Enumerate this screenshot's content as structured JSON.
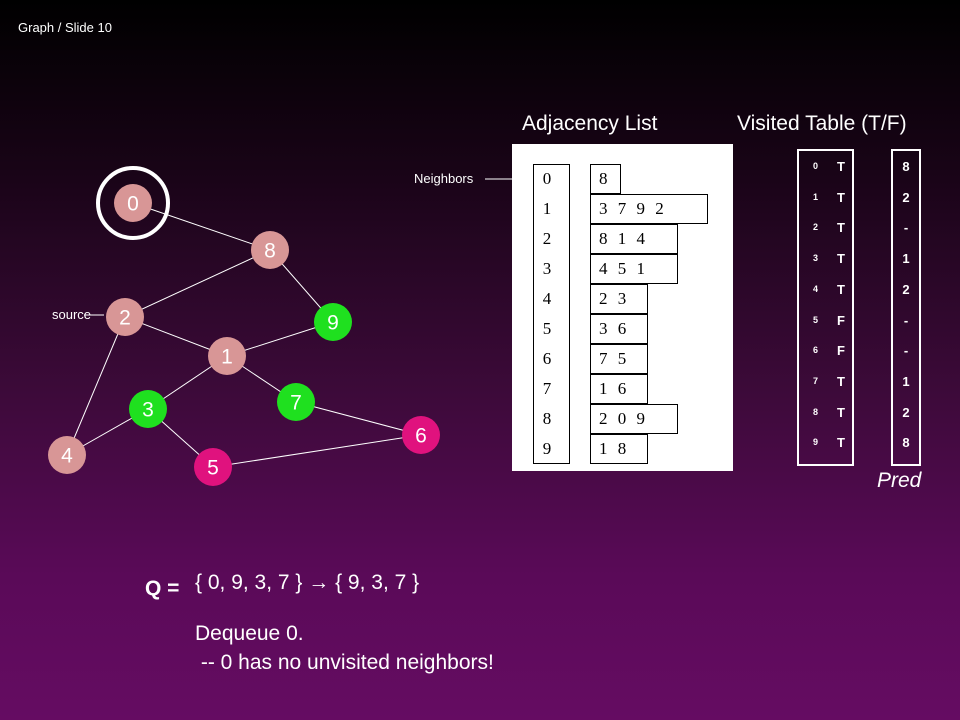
{
  "header": "Graph / Slide 10",
  "headings": {
    "adjacency": "Adjacency List",
    "visited": "Visited Table (T/F)"
  },
  "neighbors_label": "Neighbors",
  "source_label": "source",
  "graph": {
    "nodes": [
      {
        "id": "0",
        "color": "#d89696"
      },
      {
        "id": "8",
        "color": "#d89696"
      },
      {
        "id": "2",
        "color": "#d89696"
      },
      {
        "id": "9",
        "color": "#1fe01f"
      },
      {
        "id": "1",
        "color": "#d89696"
      },
      {
        "id": "7",
        "color": "#1fe01f"
      },
      {
        "id": "3",
        "color": "#1fe01f"
      },
      {
        "id": "6",
        "color": "#e0127e"
      },
      {
        "id": "4",
        "color": "#d89696"
      },
      {
        "id": "5",
        "color": "#e0127e"
      }
    ],
    "edges": [
      [
        "0",
        "8"
      ],
      [
        "8",
        "2"
      ],
      [
        "8",
        "9"
      ],
      [
        "2",
        "1"
      ],
      [
        "9",
        "1"
      ],
      [
        "1",
        "3"
      ],
      [
        "1",
        "7"
      ],
      [
        "2",
        "4"
      ],
      [
        "4",
        "3"
      ],
      [
        "3",
        "5"
      ],
      [
        "7",
        "6"
      ],
      [
        "5",
        "6"
      ]
    ],
    "highlighted": "0",
    "edge_color": "#ffffff"
  },
  "adjacency": [
    {
      "index": "0",
      "list": "8"
    },
    {
      "index": "1",
      "list": "3 7 9 2"
    },
    {
      "index": "2",
      "list": "8 1 4"
    },
    {
      "index": "3",
      "list": "4 5 1"
    },
    {
      "index": "4",
      "list": "2 3"
    },
    {
      "index": "5",
      "list": "3 6"
    },
    {
      "index": "6",
      "list": "7 5"
    },
    {
      "index": "7",
      "list": "1 6"
    },
    {
      "index": "8",
      "list": "2 0 9"
    },
    {
      "index": "9",
      "list": "1 8"
    }
  ],
  "visited": [
    {
      "index": "0",
      "value": "T"
    },
    {
      "index": "1",
      "value": "T"
    },
    {
      "index": "2",
      "value": "T"
    },
    {
      "index": "3",
      "value": "T"
    },
    {
      "index": "4",
      "value": "T"
    },
    {
      "index": "5",
      "value": "F"
    },
    {
      "index": "6",
      "value": "F"
    },
    {
      "index": "7",
      "value": "T"
    },
    {
      "index": "8",
      "value": "T"
    },
    {
      "index": "9",
      "value": "T"
    }
  ],
  "pred": [
    "8",
    "2",
    "-",
    "1",
    "2",
    "-",
    "-",
    "1",
    "2",
    "8"
  ],
  "pred_label": "Pred",
  "queue": {
    "label": "Q =",
    "value": "{ 0, 9, 3, 7 } → { 9, 3, 7 }"
  },
  "message": {
    "line1": "Dequeue 0.",
    "line2": " -- 0 has no unvisited neighbors!"
  }
}
